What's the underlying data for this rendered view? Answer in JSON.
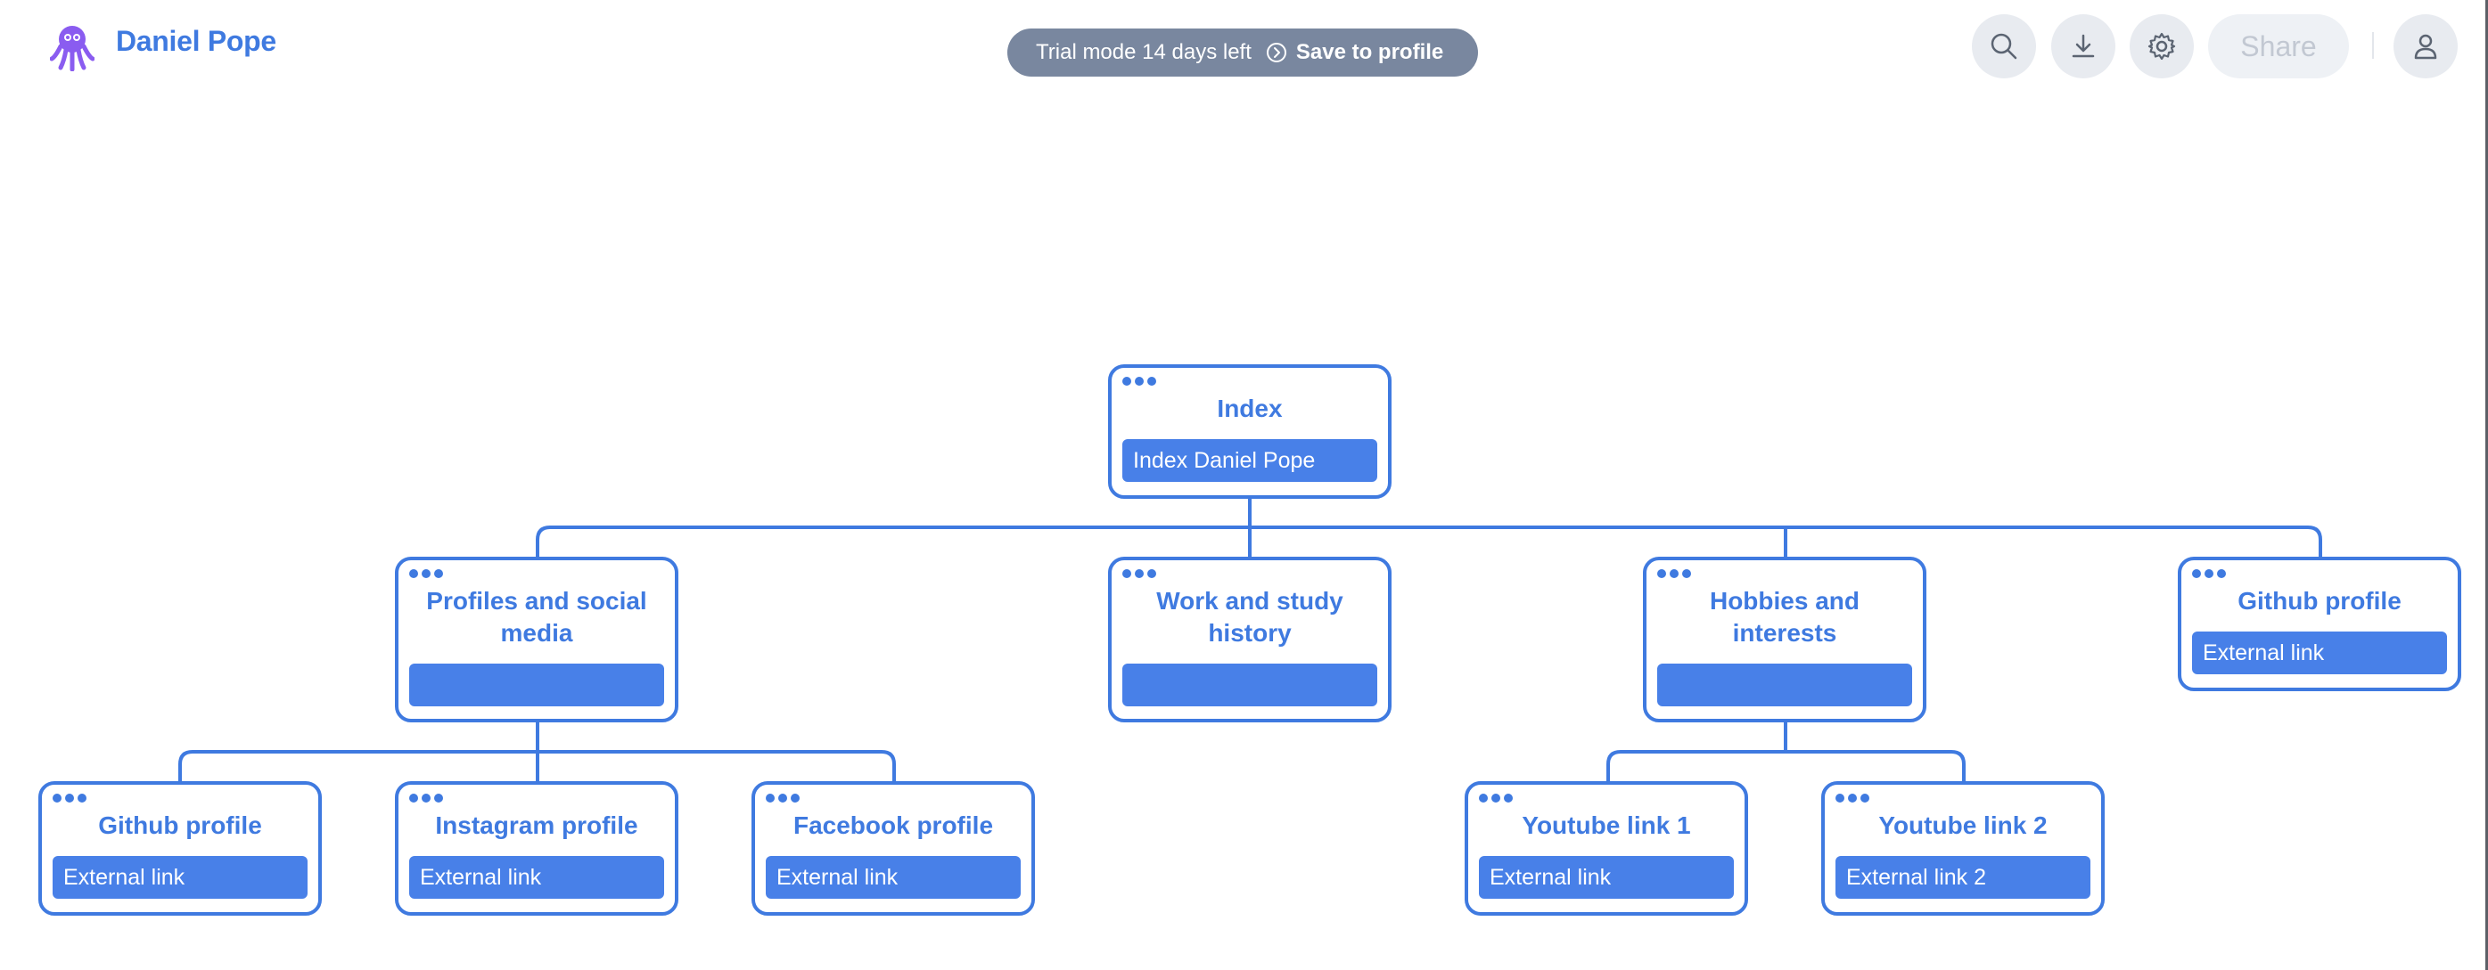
{
  "header": {
    "brand_title": "Daniel Pope",
    "trial_text": "Trial mode 14 days left",
    "save_label": "Save to profile",
    "share_label": "Share"
  },
  "colors": {
    "accent": "#3f7ae0",
    "link_fill": "#4880e8",
    "pill": "#79879f",
    "logo": "#8a5cf0"
  },
  "tree": {
    "root": {
      "title": "Index",
      "link": "Index Daniel Pope"
    },
    "level1": [
      {
        "title": "Profiles and social media",
        "link": ""
      },
      {
        "title": "Work and study history",
        "link": ""
      },
      {
        "title": "Hobbies and interests",
        "link": ""
      },
      {
        "title": "Github profile",
        "link": "External link"
      }
    ],
    "level2": [
      {
        "title": "Github profile",
        "link": "External link"
      },
      {
        "title": "Instagram profile",
        "link": "External link"
      },
      {
        "title": "Facebook profile",
        "link": "External link"
      },
      {
        "title": "Youtube link 1",
        "link": "External link"
      },
      {
        "title": "Youtube link 2",
        "link": "External link 2"
      }
    ]
  }
}
